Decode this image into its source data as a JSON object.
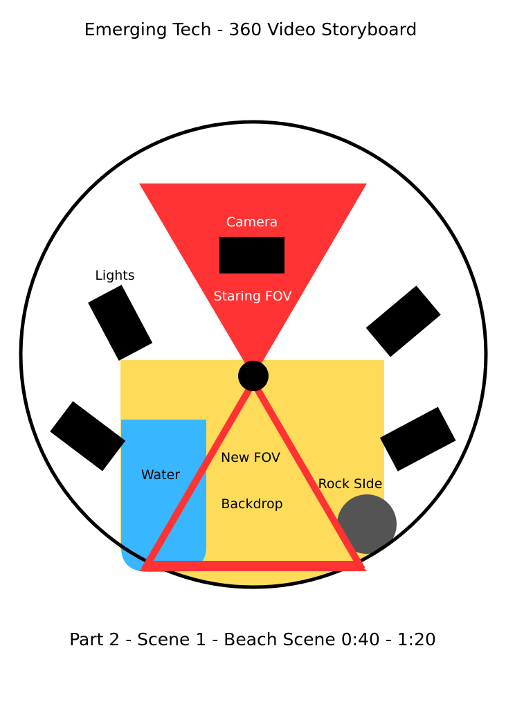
{
  "title": "Emerging Tech - 360 Video Storyboard",
  "footer": "Part 2 - Scene 1 - Beach Scene 0:40 - 1:20",
  "labels": {
    "camera": "Camera",
    "staring_fov": "Staring FOV",
    "lights": "Lights",
    "water": "Water",
    "new_fov": "New FOV",
    "backdrop": "Backdrop",
    "rock_side": "Rock SIde"
  },
  "colors": {
    "fov_red": "#ff3333",
    "backdrop_yellow": "#fedc5a",
    "water_blue": "#38b6ff",
    "rock_gray": "#545454"
  }
}
